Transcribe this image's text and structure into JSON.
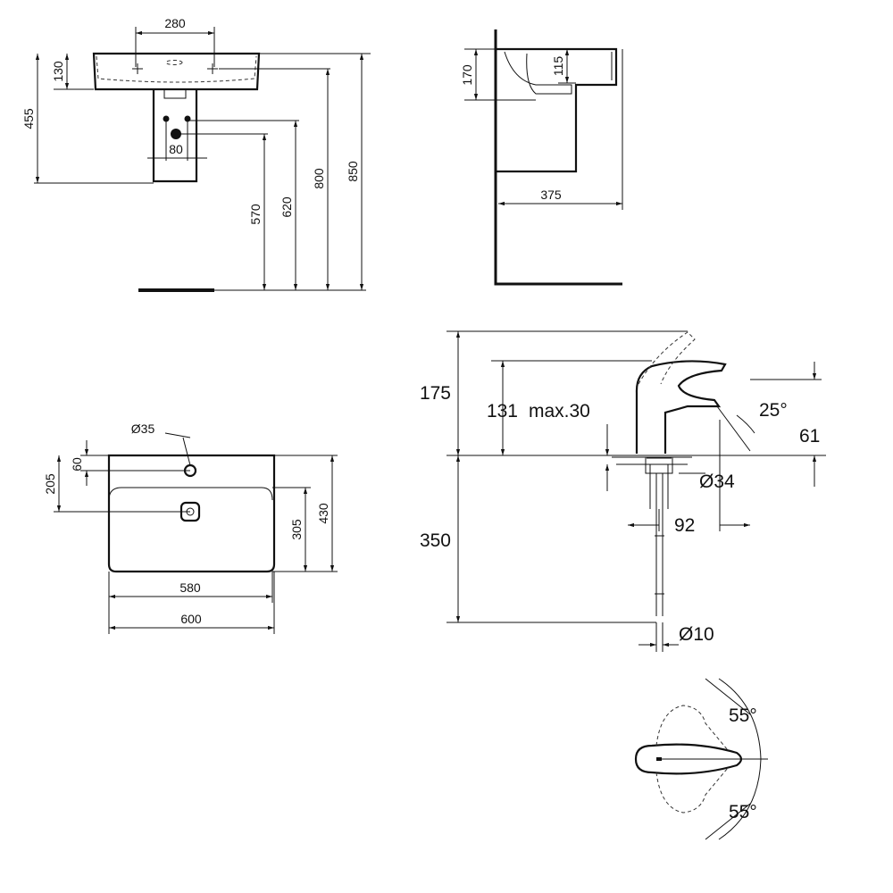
{
  "front_view": {
    "d_280": "280",
    "d_130": "130",
    "d_455": "455",
    "d_80": "80",
    "d_570": "570",
    "d_620": "620",
    "d_800": "800",
    "d_850": "850"
  },
  "side_view": {
    "d_170": "170",
    "d_115": "115",
    "d_375": "375"
  },
  "top_view": {
    "d_35": "Ø35",
    "d_60": "60",
    "d_205": "205",
    "d_305": "305",
    "d_430": "430",
    "d_580": "580",
    "d_600": "600"
  },
  "faucet": {
    "d_175": "175",
    "d_131": "131",
    "d_max30": "max.30",
    "d_25": "25°",
    "d_61": "61",
    "d_34": "Ø34",
    "d_350": "350",
    "d_92": "92",
    "d_10": "Ø10",
    "d_55a": "55°",
    "d_55b": "55°"
  }
}
